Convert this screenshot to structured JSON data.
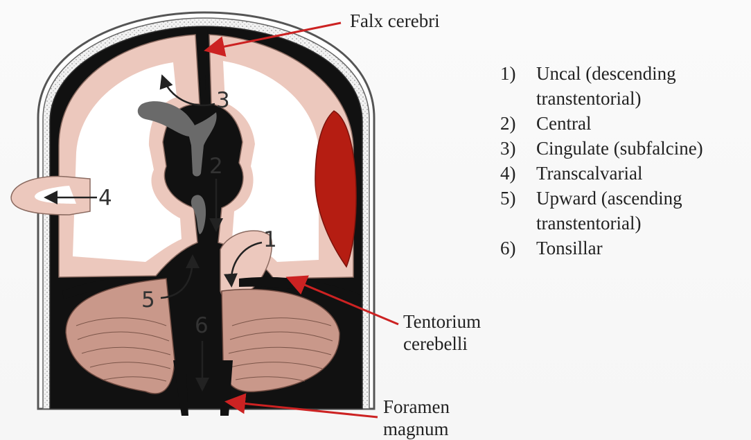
{
  "labels": {
    "falx": "Falx cerebri",
    "tentorium_line1": "Tentorium",
    "tentorium_line2": "cerebelli",
    "foramen_line1": "Foramen",
    "foramen_line2": "magnum"
  },
  "numbers": [
    "1",
    "2",
    "3",
    "4",
    "5",
    "6"
  ],
  "legend": [
    {
      "num": "1)",
      "lines": [
        "Uncal (descending",
        "transtentorial)"
      ]
    },
    {
      "num": "2)",
      "lines": [
        "Central"
      ]
    },
    {
      "num": "3)",
      "lines": [
        "Cingulate (subfalcine)"
      ]
    },
    {
      "num": "4)",
      "lines": [
        "Transcalvarial"
      ]
    },
    {
      "num": "5)",
      "lines": [
        "Upward (ascending",
        "transtentorial)"
      ]
    },
    {
      "num": "6)",
      "lines": [
        "Tonsillar"
      ]
    }
  ],
  "colors": {
    "brain_tissue": "#ecc8bd",
    "white_matter": "#ffffff",
    "dura_black": "#111111",
    "ventricle": "#6a6a6a",
    "hematoma": "#b51d12",
    "cerebellum": "#c9988a",
    "pointer_arrow": "#cc2222",
    "skull_stipple": "#e4e4e4"
  }
}
